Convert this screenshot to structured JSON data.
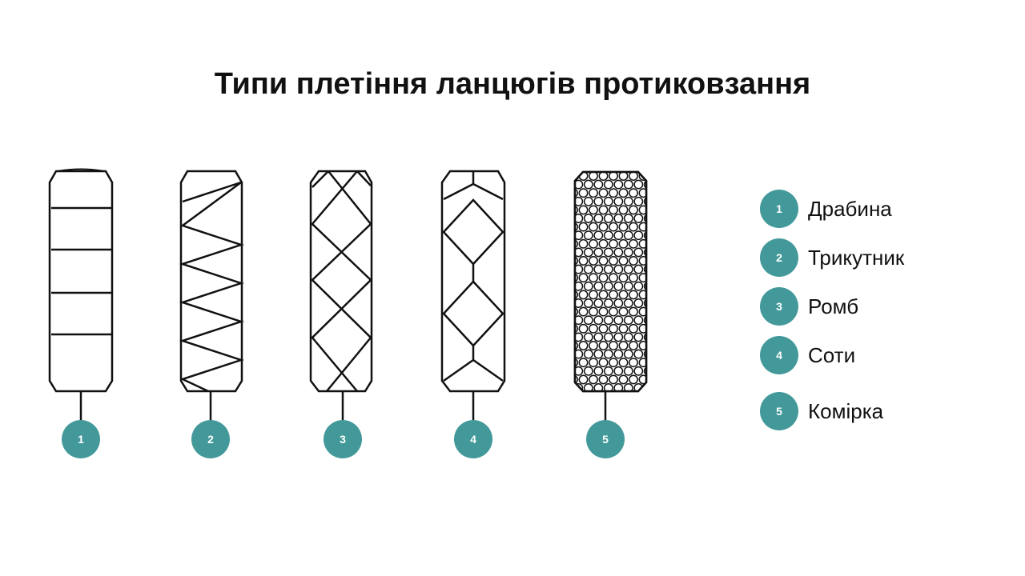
{
  "title": "Типи плетіння ланцюгів протиковзання",
  "accent_color": "#43999a",
  "chains": [
    {
      "number": "1",
      "pattern": "ladder"
    },
    {
      "number": "2",
      "pattern": "zigzag"
    },
    {
      "number": "3",
      "pattern": "diamond"
    },
    {
      "number": "4",
      "pattern": "honeycomb"
    },
    {
      "number": "5",
      "pattern": "cells"
    }
  ],
  "legend": [
    {
      "number": "1",
      "label": "Драбина"
    },
    {
      "number": "2",
      "label": "Трикутник"
    },
    {
      "number": "3",
      "label": "Ромб"
    },
    {
      "number": "4",
      "label": "Соти"
    },
    {
      "number": "5",
      "label": "Комірка"
    }
  ]
}
